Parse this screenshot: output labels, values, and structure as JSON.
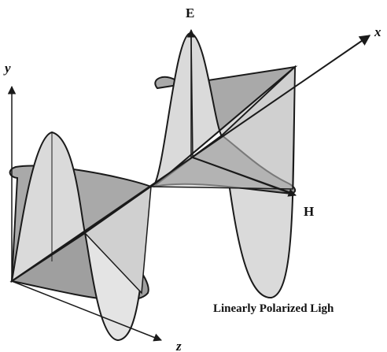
{
  "labels": {
    "x_axis": "x",
    "y_axis": "y",
    "z_axis": "z",
    "electric_field": "E",
    "magnetic_field": "H",
    "caption": "Linearly Polarized Ligh"
  },
  "colors": {
    "e_wave_fill": "#dadada",
    "h_wave_fill": "#a9a9a9",
    "outline": "#1a1a1a",
    "background": "#ffffff"
  }
}
